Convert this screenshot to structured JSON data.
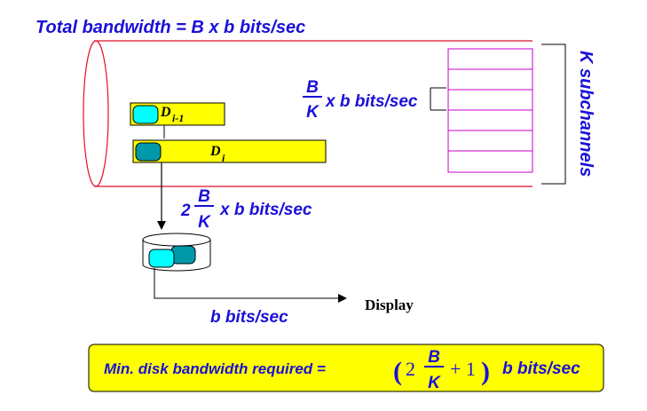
{
  "total_bandwidth": "Total bandwidth = B x b bits/sec",
  "subchannels_label": "K subchannels",
  "channel_rate": {
    "num": "B",
    "den": "K",
    "rest": "x b bits/sec"
  },
  "block_prev": {
    "base": "D",
    "sub": "i-1"
  },
  "block_cur": {
    "base": "D",
    "sub": "i"
  },
  "disk_rate": {
    "coef": "2",
    "num": "B",
    "den": "K",
    "rest": "x b bits/sec"
  },
  "display_label": "Display",
  "display_rate": "b bits/sec",
  "formula": {
    "lead": "Min. disk bandwidth required =",
    "open": "(",
    "coef": "2",
    "num": "B",
    "den": "K",
    "plus_one": "+ 1",
    "close": ")",
    "rest": "b bits/sec"
  },
  "colors": {
    "blue_text": "#1a10d8",
    "cylinder": "#e0102c",
    "subchannel": "#c800c8",
    "block_fill": "#ffff00",
    "cyan_chunk": "#00ffff",
    "teal_chunk": "#0099aa",
    "formula_box": "#ffff00"
  }
}
